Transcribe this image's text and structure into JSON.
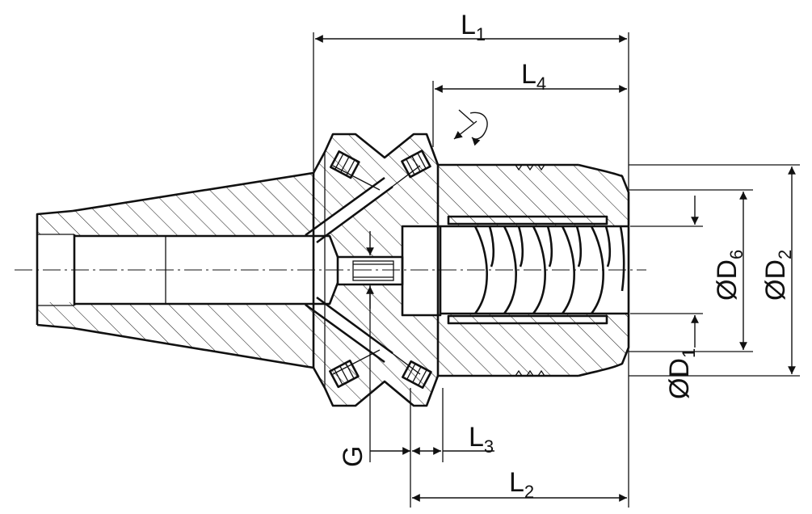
{
  "drawing": {
    "labels": {
      "L1": {
        "main": "L",
        "sub": "1"
      },
      "L4": {
        "main": "L",
        "sub": "4"
      },
      "L3": {
        "main": "L",
        "sub": "3"
      },
      "L2": {
        "main": "L",
        "sub": "2"
      },
      "G": {
        "main": "G"
      },
      "D6": {
        "main": "ØD",
        "sub": "6"
      },
      "D2": {
        "main": "ØD",
        "sub": "2"
      },
      "D1": {
        "main": "ØD",
        "sub": "1"
      }
    }
  }
}
